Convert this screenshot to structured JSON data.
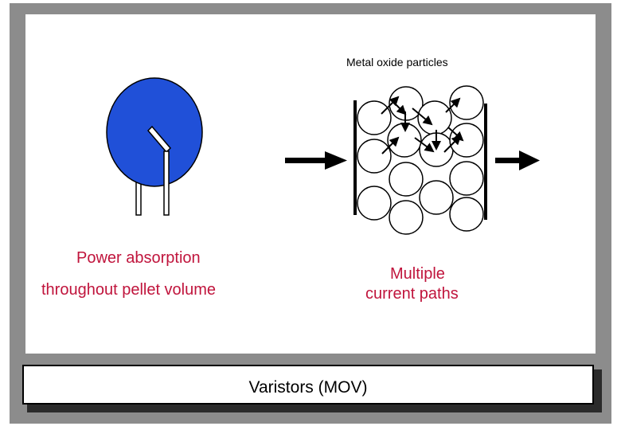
{
  "diagram": {
    "particles_label": "Metal oxide particles",
    "left_caption_line1": "Power absorption",
    "left_caption_line2": "throughout pellet volume",
    "right_caption_line1": "Multiple",
    "right_caption_line2": "current paths",
    "title": "Varistors (MOV)",
    "colors": {
      "pellet": "#2050d8",
      "caption": "#c0143c",
      "frame": "#8c8c8c"
    }
  }
}
